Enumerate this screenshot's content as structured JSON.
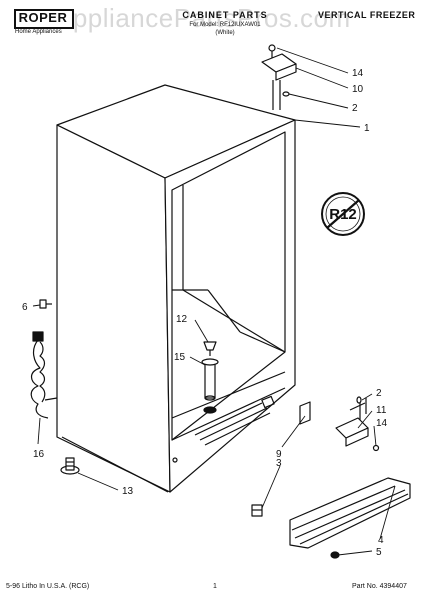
{
  "header": {
    "brand": "ROPER",
    "brand_sub": "Home Appliances",
    "title": "CABINET PARTS",
    "model": "For Model: RF12IUXAW01",
    "color_code": "(White)",
    "product": "VERTICAL FREEZER"
  },
  "watermark": "AppliancePartsPros.com",
  "seal": "R12",
  "callouts": [
    "14",
    "10",
    "2",
    "1",
    "6",
    "12",
    "15",
    "16",
    "2",
    "11",
    "14",
    "9",
    "3",
    "13",
    "4",
    "5"
  ],
  "footer": {
    "litho": "5-96 Litho In U.S.A. (RCG)",
    "page": "1",
    "part_no": "Part No. 4394407"
  }
}
